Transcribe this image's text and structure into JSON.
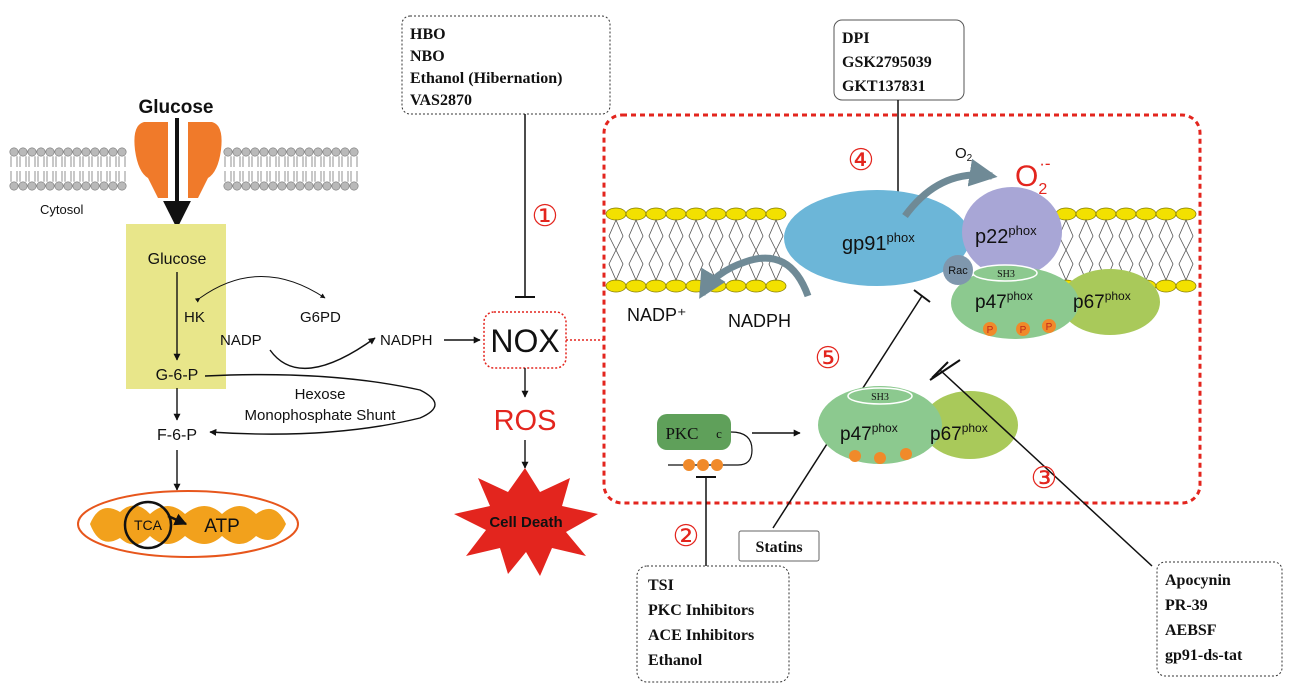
{
  "glucose_panel": {
    "glucose_outside": "Glucose",
    "cytosol": "Cytosol",
    "glucose_inside": "Glucose",
    "hk": "HK",
    "g6pd": "G6PD",
    "nadp": "NADP",
    "nadph": "NADPH",
    "g6p": "G-6-P",
    "hexose": "Hexose",
    "monophosphate_shunt": "Monophosphate Shunt",
    "f6p": "F-6-P",
    "tca": "TCA",
    "atp": "ATP"
  },
  "center": {
    "nox": "NOX",
    "ros": "ROS",
    "cell_death": "Cell Death",
    "marker_1": "①"
  },
  "box_1": {
    "lines": [
      "HBO",
      "NBO",
      "Ethanol (Hibernation)",
      "VAS2870"
    ]
  },
  "box_4": {
    "lines": [
      "DPI",
      "GSK2795039",
      "GKT137831"
    ]
  },
  "box_2": {
    "lines": [
      "TSI",
      "PKC Inhibitors",
      "ACE Inhibitors",
      "Ethanol"
    ]
  },
  "box_3": {
    "lines": [
      "Apocynin",
      "PR-39",
      "AEBSF",
      "gp91-ds-tat"
    ]
  },
  "statins": "Statins",
  "complex": {
    "o2": "O",
    "o2_sub": "2",
    "superoxide": "O",
    "superoxide_sub": "2",
    "superoxide_sup": "·-",
    "gp91": "gp91",
    "p22": "p22",
    "p47": "p47",
    "p67": "p67",
    "phox": "phox",
    "rac": "Rac",
    "sh3": "SH3",
    "p_letter": "P",
    "nadp_plus": "NADP⁺",
    "nadph": "NADPH",
    "pkc": "PKC",
    "pkc_c": "c",
    "marker_2": "②",
    "marker_3": "③",
    "marker_4": "④",
    "marker_5": "⑤"
  },
  "colors": {
    "highlight": "#e8e68a",
    "red": "#e3251e",
    "gp91": "#6cb6d8",
    "p22": "#a8a6d6",
    "p47": "#8cc98f",
    "p67": "#a9c95a",
    "orange": "#f08a2a",
    "membrane": "#f2e100"
  }
}
